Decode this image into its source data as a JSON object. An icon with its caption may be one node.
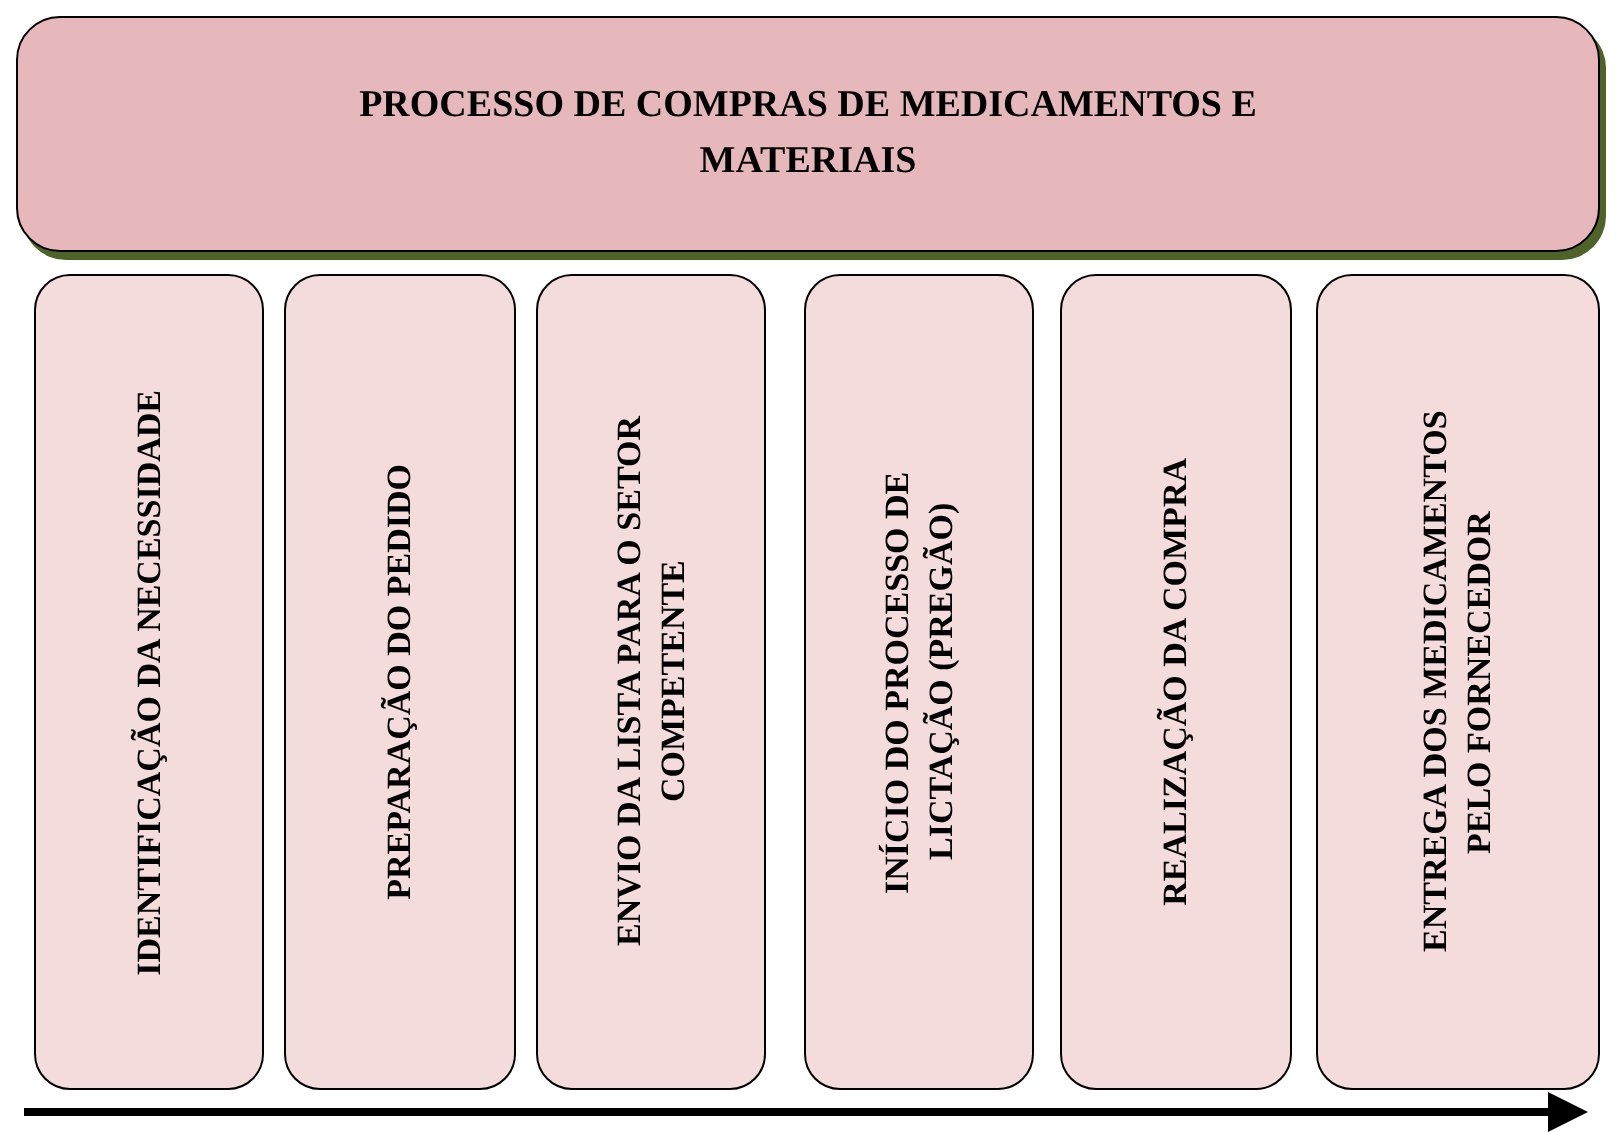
{
  "diagram": {
    "nodes": [
      {
        "text": [
          "PROCESSO DE COMPRAS DE MEDICAMENTOS E MATERIAIS"
        ]
      },
      {
        "text": [
          "IDENTIFICAÇÃO DA NECESSIDADE"
        ]
      },
      {
        "text": [
          "PREPARAÇÃO DO PEDIDO"
        ]
      },
      {
        "text": [
          "ENVIO DA LISTA PARA O SETOR COMPETENTE"
        ]
      },
      {
        "text": [
          "INÍCIO DO PROCESSO DE LICTAÇÃO (PREGÃO)"
        ]
      },
      {
        "text": [
          "REALIZAÇÃO DA COMPRA"
        ]
      },
      {
        "text": [
          "ENTREGA DOS MEDICAMENTOS PELO FORNECEDOR"
        ]
      }
    ]
  }
}
